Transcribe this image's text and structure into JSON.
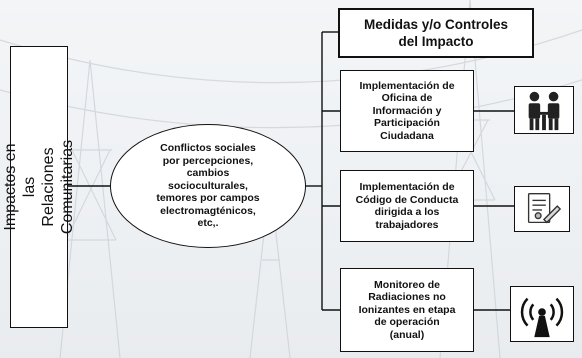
{
  "impact_category": "Impactos en las Relaciones\nComunitarias",
  "impact_description": "Conflictos sociales\npor percepciones,\ncambios\nsocioculturales,\ntemores por campos\nelectromagténicos,\netc,.",
  "measures_header": "Medidas y/o Controles\ndel Impacto",
  "measures": [
    {
      "text": "Implementación de\nOficina de\nInformación y\nParticipación\nCiudadana",
      "icon": "people-meeting-icon"
    },
    {
      "text": "Implementación de\nCódigo de Conducta\ndirigida a los\ntrabajadores",
      "icon": "document-signing-icon"
    },
    {
      "text": "Monitoreo de\nRadiaciones no\nIonizantes en etapa\nde operación\n(anual)",
      "icon": "non-ionizing-radiation-icon"
    }
  ]
}
